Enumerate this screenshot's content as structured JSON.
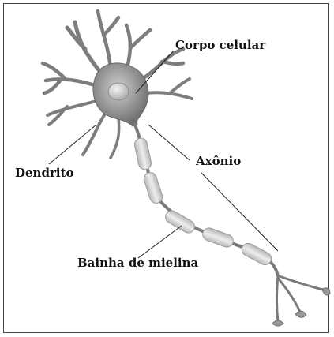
{
  "labels": {
    "corpo_celular": "Corpo celular",
    "dendrito": "Dendrito",
    "axonio": "Axônio",
    "bainha_mielina": "Bainha de mielina"
  },
  "colors": {
    "neuron_body": "#8a8a8a",
    "myelin": "#d6d6d6",
    "leader_line": "#222222",
    "frame": "#444444"
  }
}
